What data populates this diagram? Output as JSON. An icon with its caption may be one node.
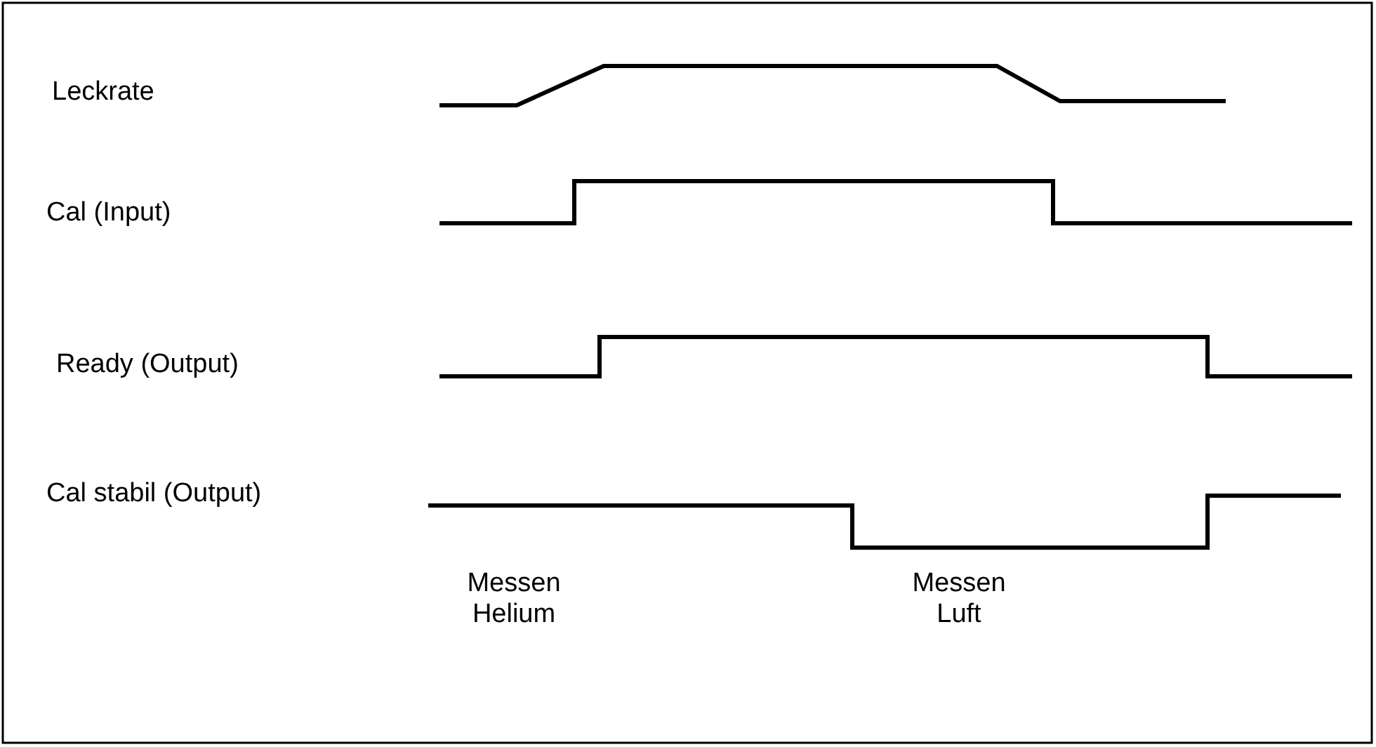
{
  "diagram": {
    "labels": [
      "Leckrate",
      "Cal (Input)",
      "Ready (Output)",
      "Cal stabil (Output)",
      "Messen Helium",
      "Messen Luft"
    ]
  }
}
